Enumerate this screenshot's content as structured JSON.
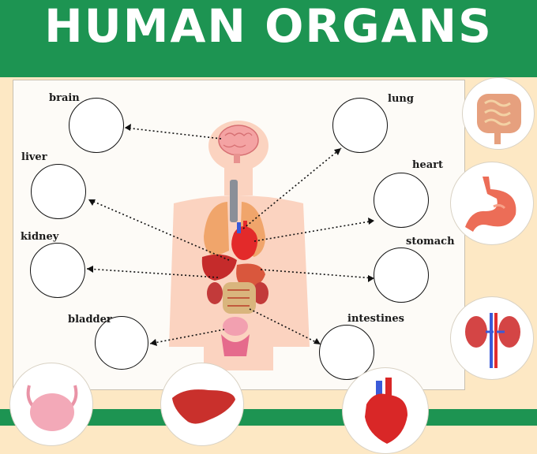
{
  "title": "HUMAN ORGANS",
  "labels": {
    "brain": "brain",
    "liver": "liver",
    "kidney": "kidney",
    "bladder": "bladder",
    "lung": "lung",
    "heart": "heart",
    "stomach": "stomach",
    "intestines": "intestines"
  },
  "picture_cards": [
    "intestines-icon",
    "stomach-icon",
    "kidneys-icon",
    "bladder-icon",
    "liver-icon",
    "heart-icon"
  ],
  "colors": {
    "green": "#1d9452",
    "cream": "#fde8c4",
    "body": "#f9cdb8",
    "organ_red": "#d9383a"
  }
}
